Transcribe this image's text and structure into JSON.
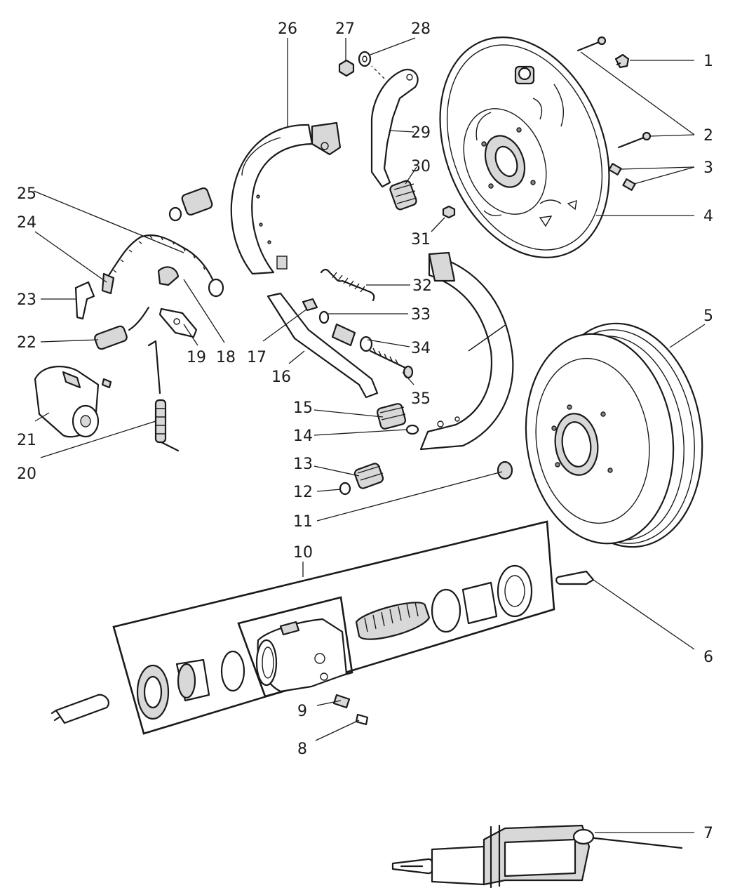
{
  "callouts": [
    {
      "id": "1",
      "label": "1"
    },
    {
      "id": "2",
      "label": "2"
    },
    {
      "id": "3",
      "label": "3"
    },
    {
      "id": "4",
      "label": "4"
    },
    {
      "id": "5",
      "label": "5"
    },
    {
      "id": "6",
      "label": "6"
    },
    {
      "id": "7",
      "label": "7"
    },
    {
      "id": "8",
      "label": "8"
    },
    {
      "id": "9",
      "label": "9"
    },
    {
      "id": "10",
      "label": "10"
    },
    {
      "id": "11",
      "label": "11"
    },
    {
      "id": "12",
      "label": "12"
    },
    {
      "id": "13",
      "label": "13"
    },
    {
      "id": "14",
      "label": "14"
    },
    {
      "id": "15",
      "label": "15"
    },
    {
      "id": "16",
      "label": "16"
    },
    {
      "id": "17",
      "label": "17"
    },
    {
      "id": "18",
      "label": "18"
    },
    {
      "id": "19",
      "label": "19"
    },
    {
      "id": "20",
      "label": "20"
    },
    {
      "id": "21",
      "label": "21"
    },
    {
      "id": "22",
      "label": "22"
    },
    {
      "id": "23",
      "label": "23"
    },
    {
      "id": "24",
      "label": "24"
    },
    {
      "id": "25",
      "label": "25"
    },
    {
      "id": "26",
      "label": "26"
    },
    {
      "id": "27",
      "label": "27"
    },
    {
      "id": "28",
      "label": "28"
    },
    {
      "id": "29",
      "label": "29"
    },
    {
      "id": "30",
      "label": "30"
    },
    {
      "id": "31",
      "label": "31"
    },
    {
      "id": "32",
      "label": "32"
    },
    {
      "id": "33",
      "label": "33"
    },
    {
      "id": "34",
      "label": "34"
    },
    {
      "id": "35",
      "label": "35"
    }
  ]
}
